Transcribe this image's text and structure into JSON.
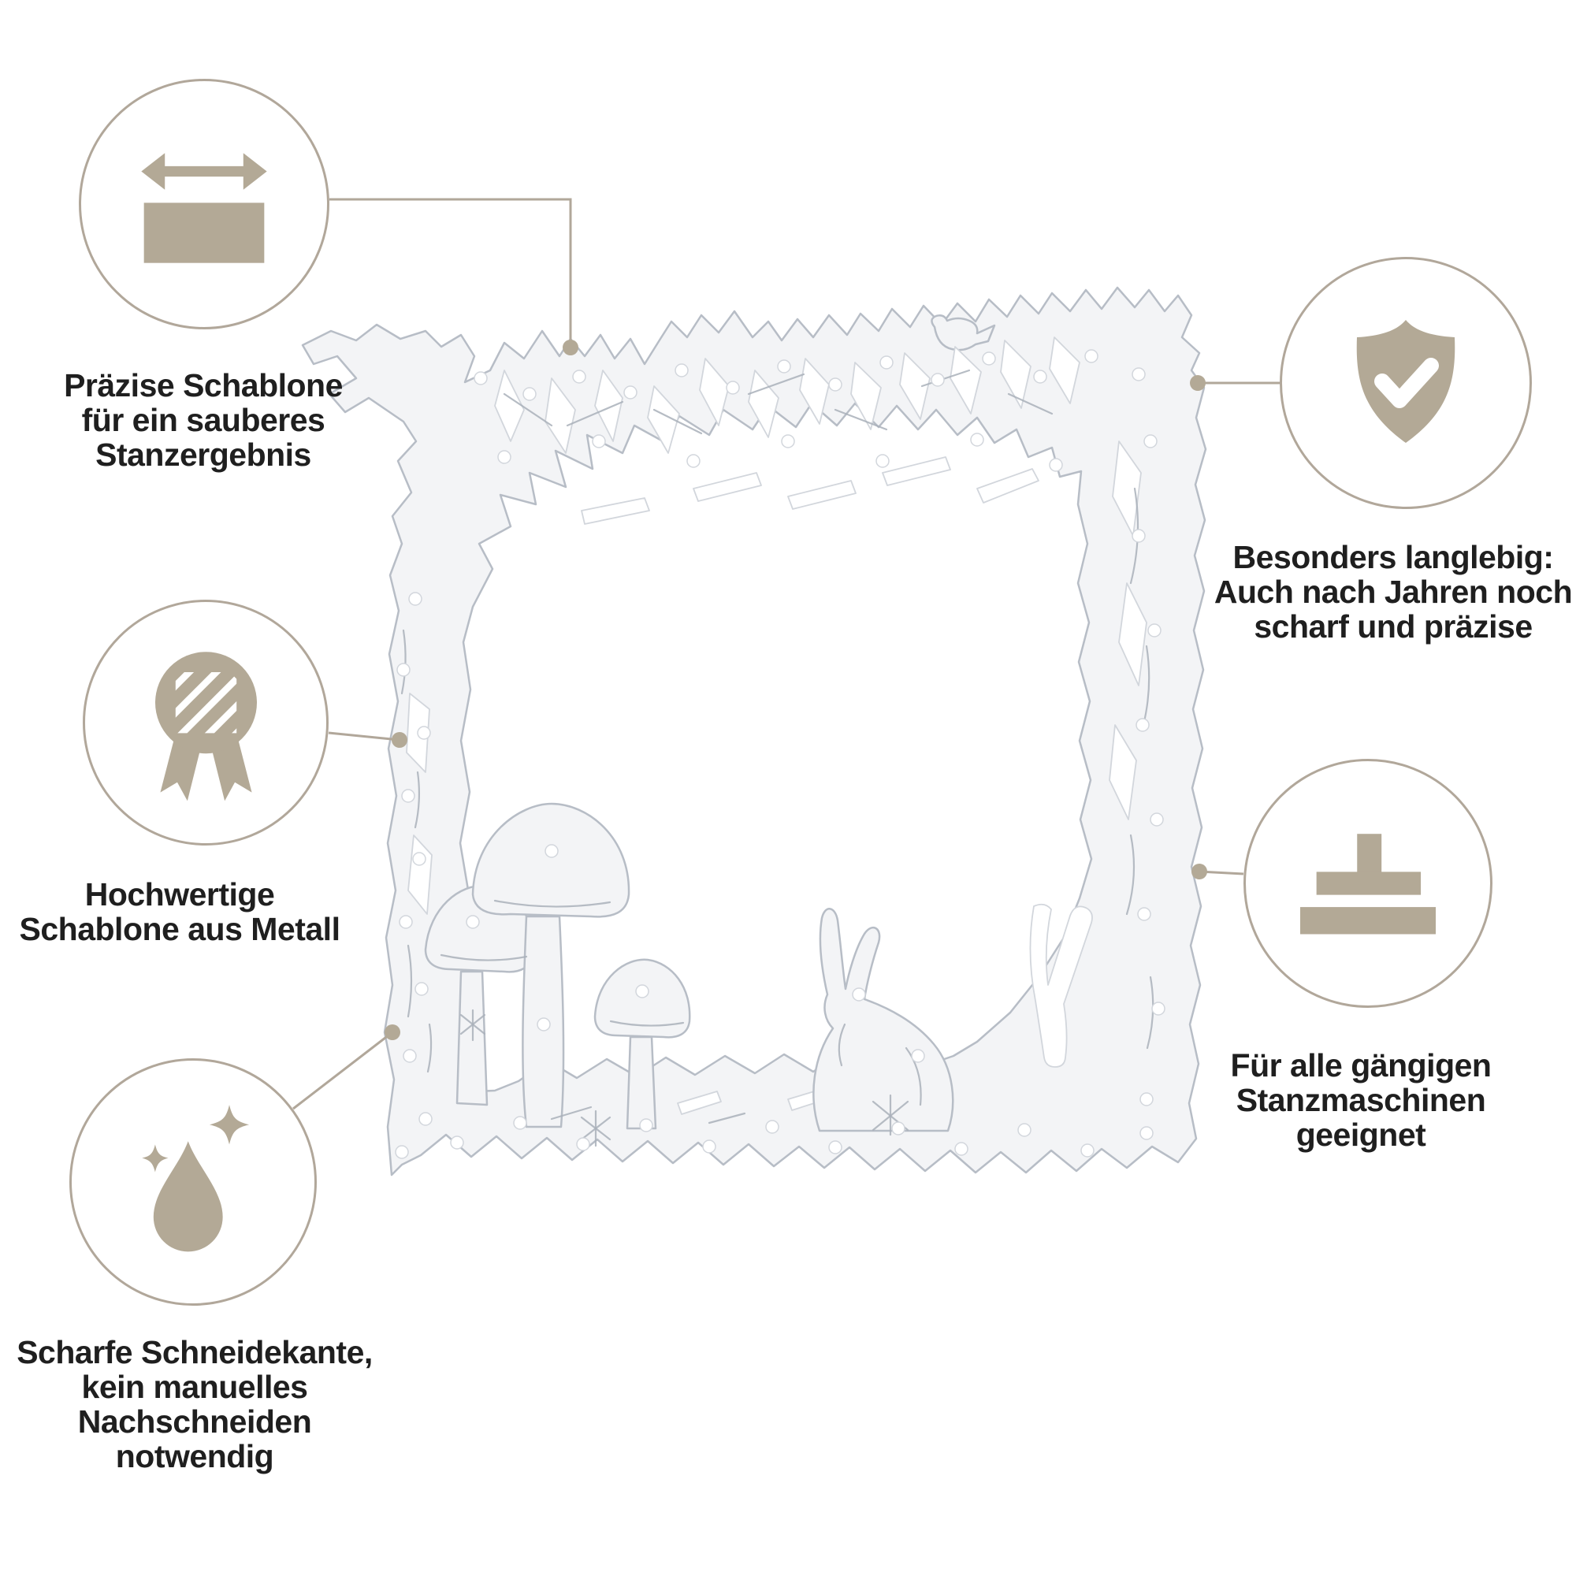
{
  "background": "#ffffff",
  "colors": {
    "background": "#ffffff",
    "accent": "#b3a996",
    "line": "#b1a79a",
    "text": "#1f1f1f",
    "die_fill": "#f3f4f6",
    "die_stroke": "#b7bdc6",
    "die_detail": "#a9b0ba",
    "hole_stroke": "#d2d6dc"
  },
  "subject": {
    "image": "metal-cutting-die",
    "description": "square forest frame cutting die with branches, mushrooms and rabbit"
  },
  "features": [
    {
      "id": "praezise",
      "icon": "width-arrows-box-icon",
      "label": "Präzise Schablone\nfür ein sauberes\nStanzergebnis"
    },
    {
      "id": "hochwertig",
      "icon": "medal-icon",
      "label": "Hochwertige\nSchablone aus Metall"
    },
    {
      "id": "scharf",
      "icon": "droplet-sparkles-icon",
      "label": "Scharfe Schneidekante,\nkein manuelles\nNachschneiden notwendig"
    },
    {
      "id": "langlebig",
      "icon": "shield-check-icon",
      "label": "Besonders langlebig:\nAuch nach Jahren noch\nscharf und präzise"
    },
    {
      "id": "kompatibel",
      "icon": "press-machine-icon",
      "label": "Für alle gängigen\nStanzmaschinen geeignet"
    }
  ]
}
